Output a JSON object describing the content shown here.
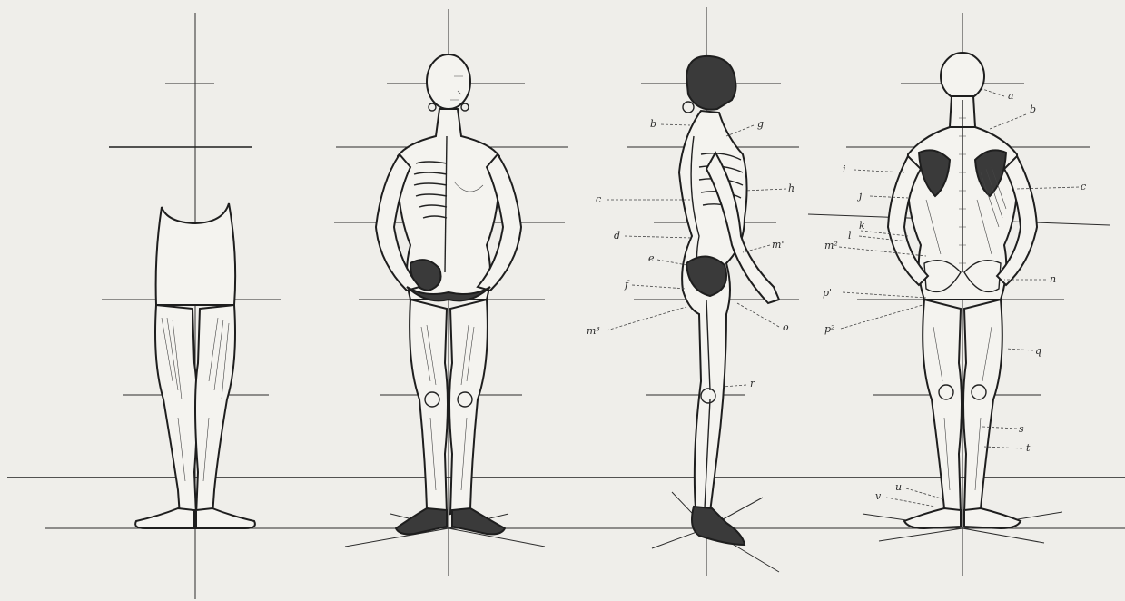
{
  "labels": {
    "a": "a",
    "b": "b",
    "c": "c",
    "d": "d",
    "e": "e",
    "f": "f",
    "g": "g",
    "h": "h",
    "i": "i",
    "j": "j",
    "k": "k",
    "l": "l",
    "m1": "m'",
    "m2": "m²",
    "m3": "m³",
    "n": "n",
    "o": "o",
    "p1": "p'",
    "p2": "p²",
    "q": "q",
    "r": "r",
    "s": "s",
    "t": "t",
    "u": "u",
    "v": "v"
  },
  "colors": {
    "paper": "#efeeea",
    "ink": "#1e1e1e"
  }
}
